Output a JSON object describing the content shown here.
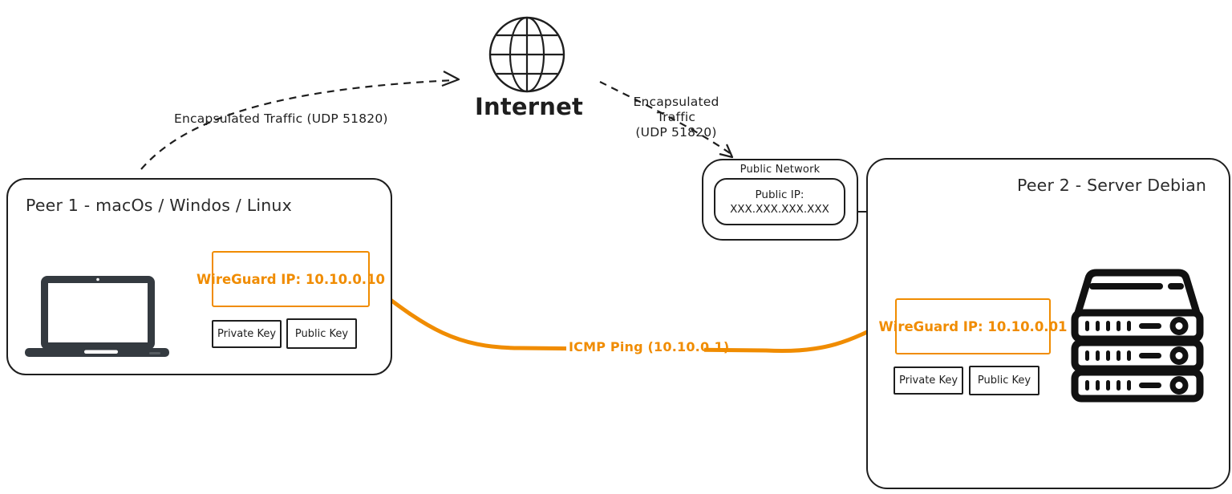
{
  "colors": {
    "accent_orange": "#f08c00",
    "ink": "#1e1e1e",
    "laptop_fill": "#343a40",
    "server_ink": "#111111"
  },
  "internet": {
    "label": "Internet",
    "icon": "globe-icon"
  },
  "labels": {
    "encapsulated_left": "Encapsulated Traffic (UDP 51820)",
    "encapsulated_right_line1": "Encapsulated Traffic",
    "encapsulated_right_line2": "(UDP 51820)",
    "icmp": "ICMP Ping (10.10.0.1)"
  },
  "peer1": {
    "title": "Peer 1 - macOs / Windos / Linux",
    "icon": "laptop-icon",
    "wireguard_ip": "WireGuard IP: 10.10.0.10",
    "private_key": "Private Key",
    "public_key": "Public Key"
  },
  "public_network": {
    "title": "Public Network",
    "ip_label": "Public IP:",
    "ip_value": "XXX.XXX.XXX.XXX"
  },
  "peer2": {
    "title": "Peer 2 - Server Debian",
    "icon": "server-rack-icon",
    "wireguard_ip": "WireGuard IP: 10.10.0.01",
    "private_key": "Private Key",
    "public_key": "Public Key"
  }
}
